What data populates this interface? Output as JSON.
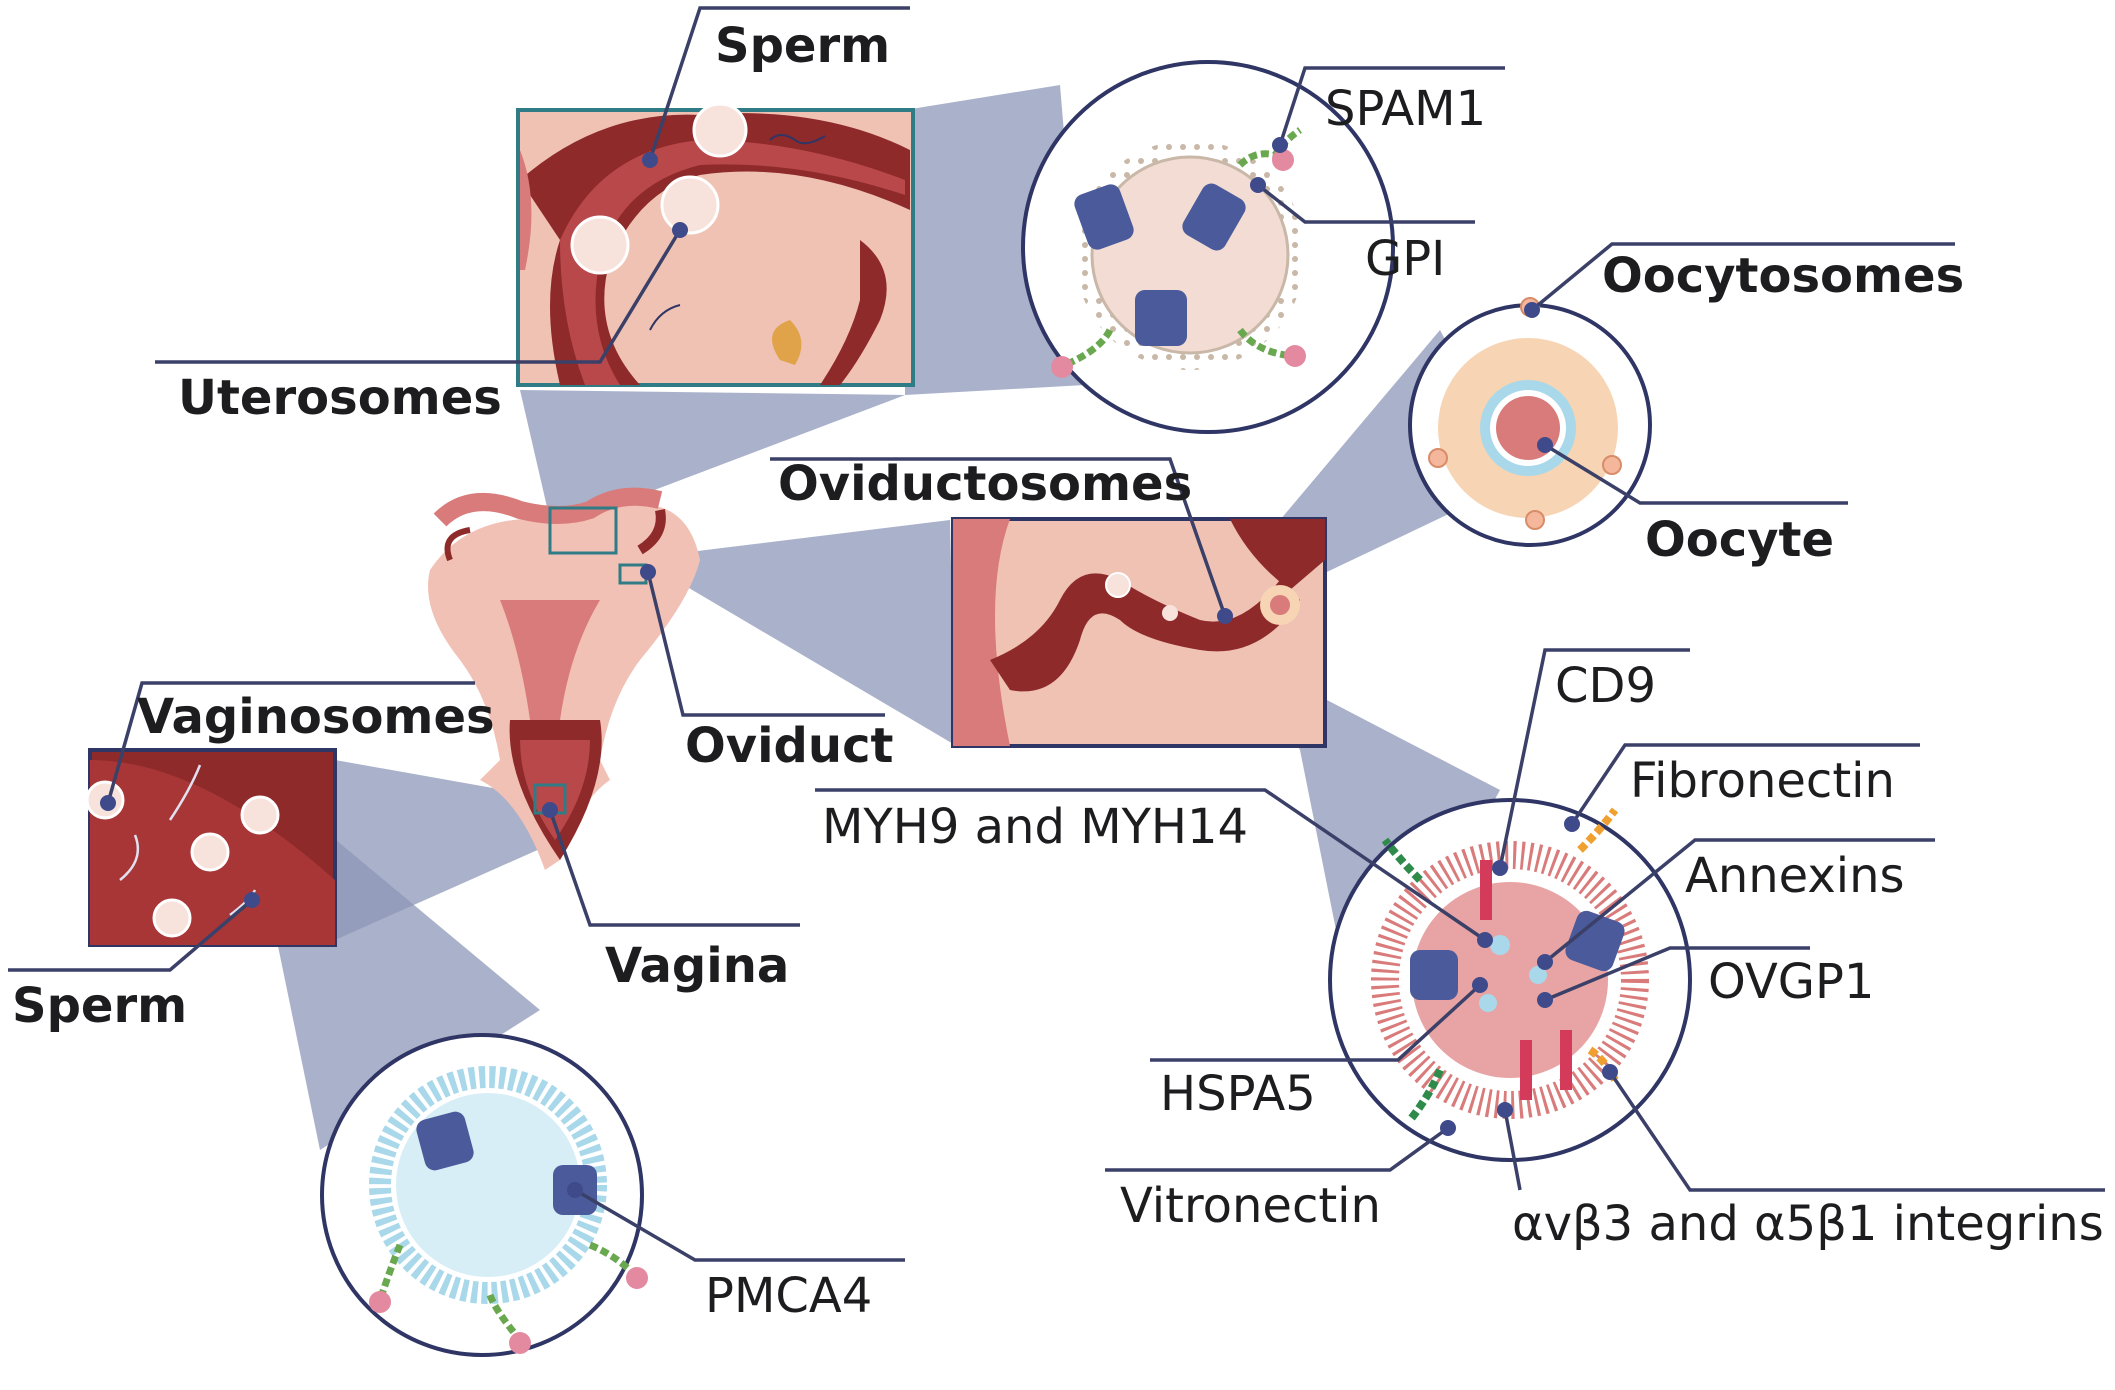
{
  "labels": {
    "sperm_top": "Sperm",
    "uterosomes": "Uterosomes",
    "spam1": "SPAM1",
    "gpi": "GPI",
    "oocytosomes": "Oocytosomes",
    "oocyte": "Oocyte",
    "oviductosomes": "Oviductosomes",
    "oviduct": "Oviduct",
    "vaginosomes": "Vaginosomes",
    "vagina": "Vagina",
    "sperm_left": "Sperm",
    "cd9": "CD9",
    "fibronectin": "Fibronectin",
    "myh9": "MYH9 and MYH14",
    "annexins": "Annexins",
    "ovgp1": "OVGP1",
    "hspa5": "HSPA5",
    "vitronectin": "Vitronectin",
    "integrins": "αvβ3 and α5β1 integrins",
    "pmca4": "PMCA4"
  },
  "colors": {
    "leader": "#3b4068",
    "beam": "#8d97b8",
    "tissue_dark": "#8e2a2a",
    "tissue_mid": "#b9484a",
    "tissue_light": "#f2c1b6",
    "membrane_blue": "#a8d8ea",
    "channel": "#4a5a9a"
  }
}
